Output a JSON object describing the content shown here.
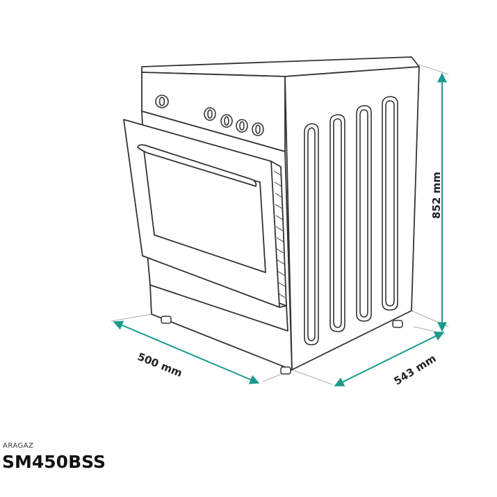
{
  "product": {
    "category": "ARAGAZ",
    "model": "SM450BSS"
  },
  "dimensions": {
    "height": "852 mm",
    "width": "500 mm",
    "depth": "543 mm"
  },
  "colors": {
    "outline": "#333333",
    "dimension_line": "#1a9a8c",
    "extension_line": "#999999"
  }
}
